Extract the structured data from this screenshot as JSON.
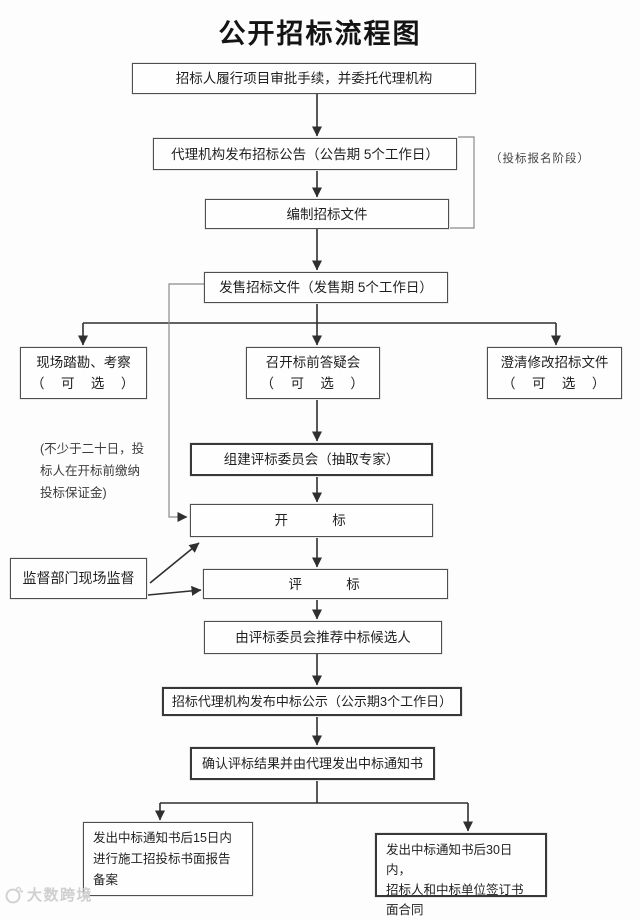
{
  "title": "公开招标流程图",
  "flow": {
    "step1": "招标人履行项目审批手续，并委托代理机构",
    "step2": "代理机构发布招标公告（公告期 5个工作日）",
    "step3": "编制招标文件",
    "step4": "发售招标文件（发售期 5个工作日）",
    "site_survey": {
      "line1": "现场踏勘、考察",
      "line2": "（ 可 选 ）"
    },
    "qa_meeting": {
      "line1": "召开标前答疑会",
      "line2": "（ 可 选 ）"
    },
    "clarify": {
      "line1": "澄清修改招标文件",
      "line2": "（ 可 选 ）"
    },
    "committee": "组建评标委员会（抽取专家）",
    "bid_opening": "开 标",
    "supervision": "监督部门现场监督",
    "bid_evaluation": "评 标",
    "recommend": "由评标委员会推荐中标候选人",
    "announcement": "招标代理机构发布中标公示（公示期3个工作日）",
    "confirm": "确认评标结果并由代理发出中标通知书",
    "report": {
      "line1": "发出中标通知书后15日内",
      "line2": "进行施工招投标书面报告",
      "line3": "备案"
    },
    "contract": {
      "line1": "发出中标通知书后30日内，",
      "line2": "招标人和中标单位签订书",
      "line3": "面合同"
    }
  },
  "notes": {
    "phase": "（投标报名阶段）",
    "deposit": {
      "line1": "(不少于二十日，投",
      "line2": "标人在开标前缴纳",
      "line3": "投标保证金)"
    }
  },
  "watermark": {
    "brand": "大数跨境"
  },
  "colors": {
    "line": "#2f2f2f",
    "thin_line": "#8a8a8a",
    "border": "#4f4f4f",
    "text": "#1f1f1f"
  }
}
